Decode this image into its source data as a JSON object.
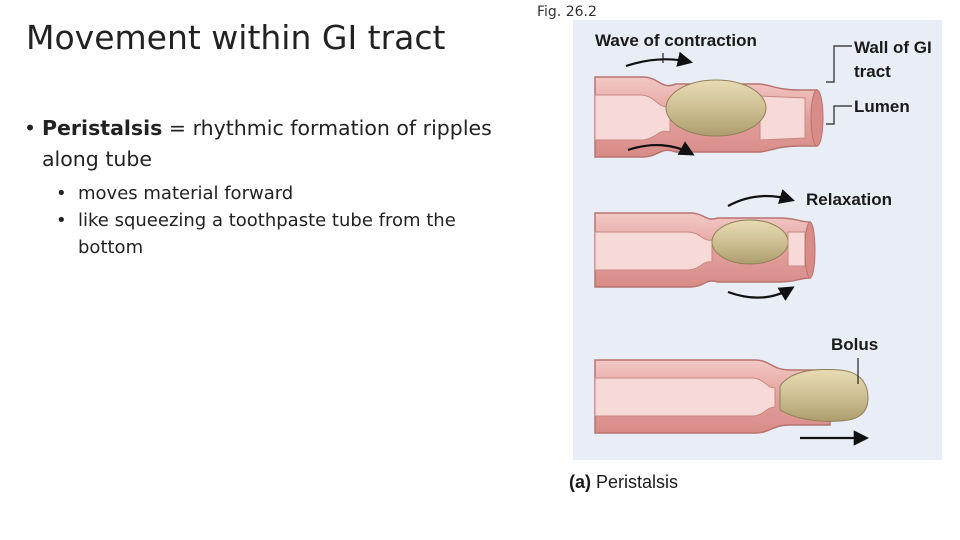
{
  "slide": {
    "title": "Movement within GI tract"
  },
  "bullets": {
    "main_term": "Peristalsis",
    "main_rest": " = rhythmic formation of ripples along tube",
    "subs": [
      "moves material forward",
      "like squeezing a toothpaste tube from the bottom"
    ]
  },
  "figure": {
    "caption": "Fig. 26.2",
    "labels": {
      "wave": "Wave of contraction",
      "wall": "Wall of GI tract",
      "lumen": "Lumen",
      "relaxation": "Relaxation",
      "bolus": "Bolus"
    },
    "title_prefix": "(a)",
    "title_text": "Peristalsis"
  },
  "colors": {
    "panel": "#e9eef6",
    "tube_wall": "#e6a7a4",
    "tube_lumen": "#f7dad7",
    "bolus": "#cfc093"
  }
}
